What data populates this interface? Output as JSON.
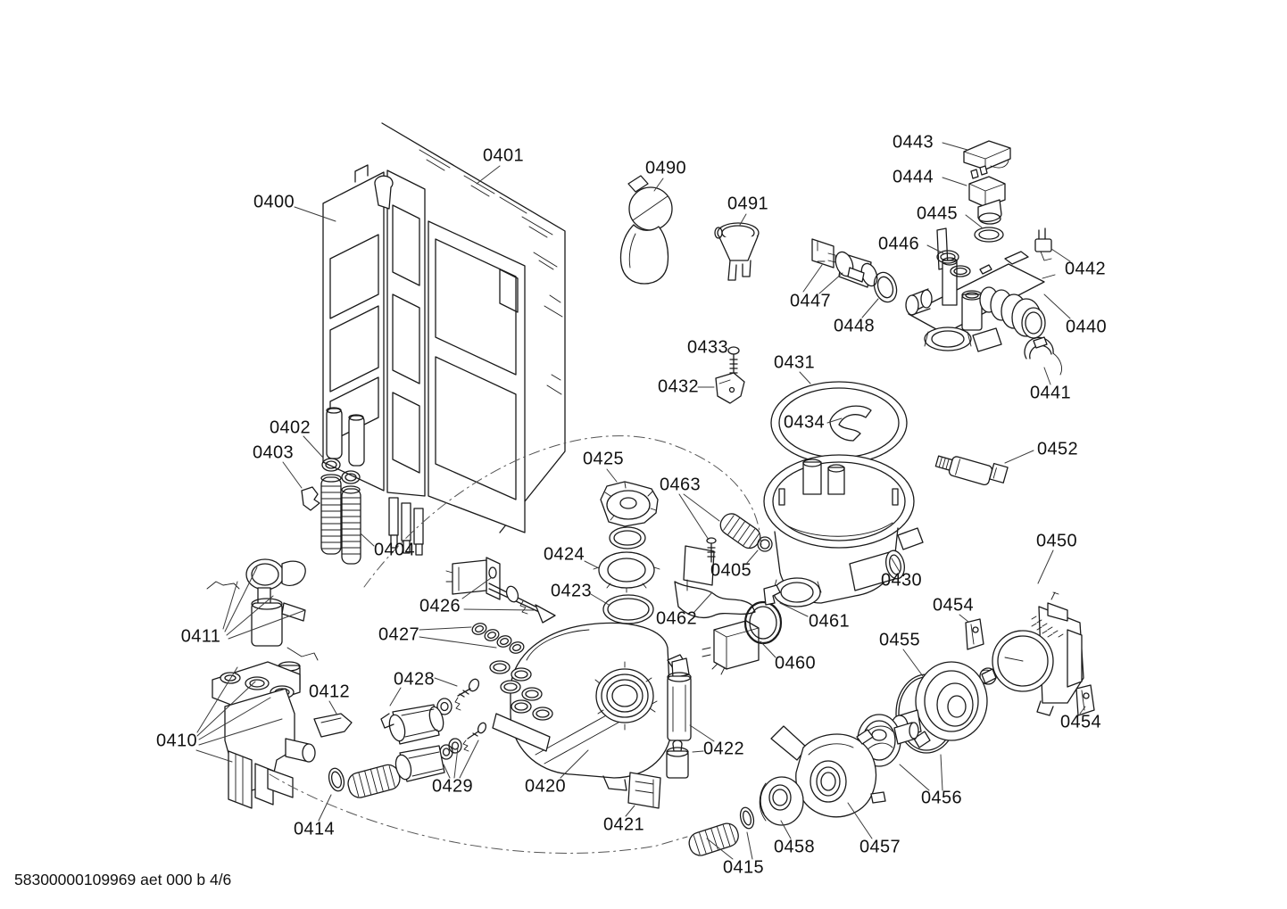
{
  "document": {
    "type": "exploded-parts-diagram",
    "footer_code": "58300000109969 aet 000 b 4/6"
  },
  "colors": {
    "line": "#1a1a1a",
    "background": "#ffffff"
  },
  "labels": {
    "p0400": "0400",
    "p0401": "0401",
    "p0402": "0402",
    "p0403": "0403",
    "p0404": "0404",
    "p0405": "0405",
    "p0410": "0410",
    "p0411": "0411",
    "p0412": "0412",
    "p0414": "0414",
    "p0415": "0415",
    "p0420": "0420",
    "p0421": "0421",
    "p0422": "0422",
    "p0423": "0423",
    "p0424": "0424",
    "p0425": "0425",
    "p0426": "0426",
    "p0427": "0427",
    "p0428": "0428",
    "p0429": "0429",
    "p0430": "0430",
    "p0431": "0431",
    "p0432": "0432",
    "p0433": "0433",
    "p0434": "0434",
    "p0440": "0440",
    "p0441": "0441",
    "p0442": "0442",
    "p0443": "0443",
    "p0444": "0444",
    "p0445": "0445",
    "p0446": "0446",
    "p0447": "0447",
    "p0448": "0448",
    "p0450": "0450",
    "p0452": "0452",
    "p0454a": "0454",
    "p0454b": "0454",
    "p0455": "0455",
    "p0456": "0456",
    "p0457": "0457",
    "p0458": "0458",
    "p0460": "0460",
    "p0461": "0461",
    "p0462": "0462",
    "p0463": "0463",
    "p0490": "0490",
    "p0491": "0491"
  }
}
